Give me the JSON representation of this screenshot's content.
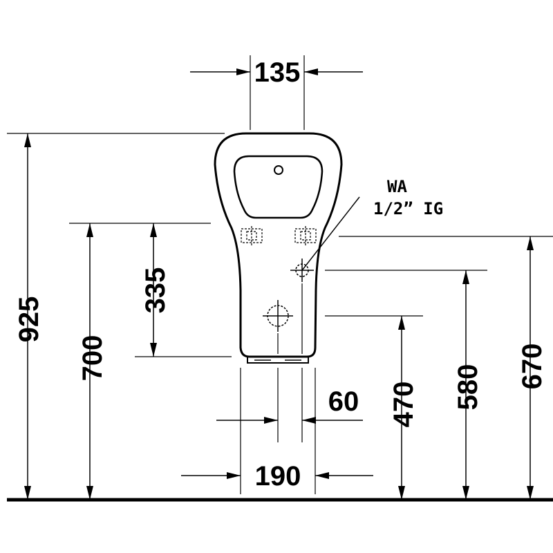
{
  "dimensions": {
    "top_width": "135",
    "total_height": "925",
    "rim_height": "700",
    "rim_to_bottom": "335",
    "waste_height": "470",
    "lower_inlet_height": "580",
    "supply_height": "670",
    "outlet_width": "60",
    "base_width": "190"
  },
  "note": {
    "line1": "WA",
    "line2": "1/2” IG"
  }
}
